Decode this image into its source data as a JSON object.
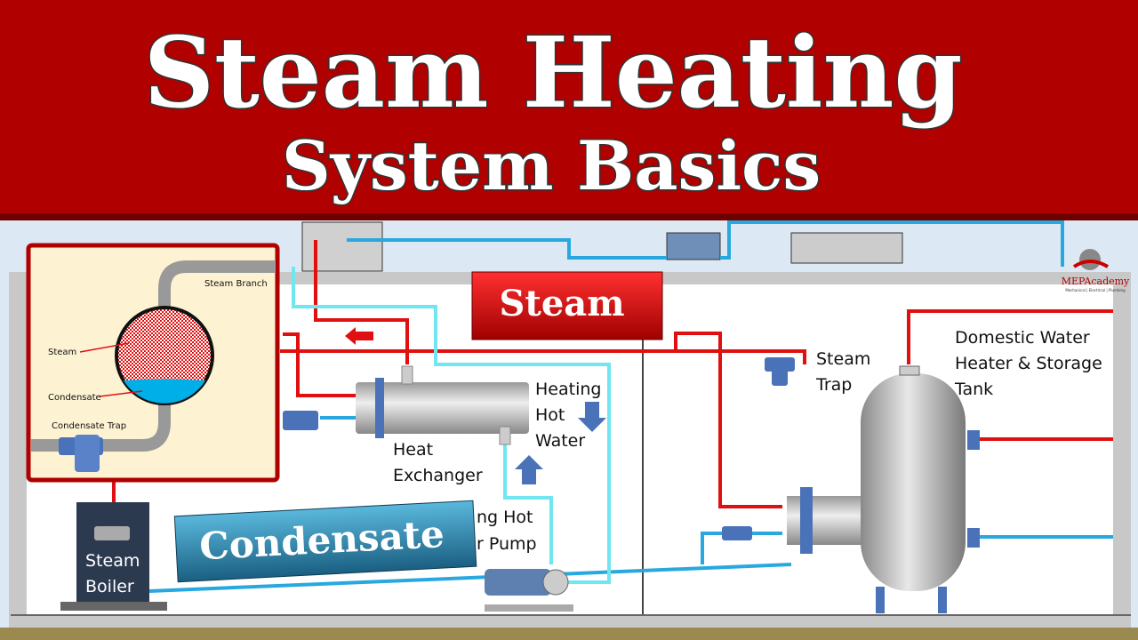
{
  "banner": {
    "line1": "Steam Heating",
    "line2": "System Basics",
    "color": "#b00000"
  },
  "tags": {
    "steam": "Steam",
    "condensate": "Condensate"
  },
  "labels": {
    "boiler": [
      "Steam",
      "Boiler"
    ],
    "heat_exchanger": [
      "Heat",
      "Exchanger"
    ],
    "heating_hot_water": [
      "Heating",
      "Hot",
      "Water"
    ],
    "pump": [
      "ng Hot",
      "r Pump"
    ],
    "steam_trap": [
      "Steam",
      "Trap"
    ],
    "dhw_tank": [
      "Domestic Water",
      "Heater & Storage",
      "Tank"
    ]
  },
  "inset": {
    "steam_branch": "Steam Branch",
    "steam": "Steam",
    "condensate": "Condensate",
    "condensate_trap": "Condensate Trap"
  },
  "logo": {
    "name": "MEPAcademy",
    "tagline": "Mechanical | Electrical | Plumbing"
  },
  "colors": {
    "steam": "#e01010",
    "condensate": "#29a8e0",
    "hot_water": "#6fe6f0",
    "trap": "#4a72b8"
  }
}
